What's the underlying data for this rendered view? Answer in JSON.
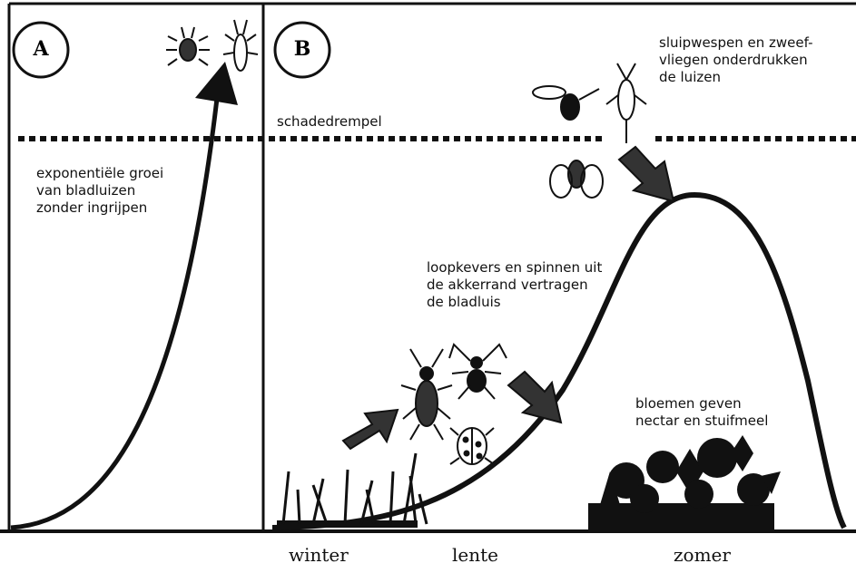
{
  "panel_a": {
    "letter": "A",
    "note": [
      "exponentiële groei",
      "van bladluizen",
      "zonder ingrijpen"
    ]
  },
  "panel_b": {
    "letter": "B",
    "threshold_label": "schadedrempel",
    "note_top": [
      "sluipwespen en zweef-",
      "vliegen onderdrukken",
      "de luizen"
    ],
    "note_middle": [
      "loopkevers en spinnen uit",
      "de akkerrand vertragen",
      "de bladluis"
    ],
    "note_flowers": [
      "bloemen geven",
      "nectar en stuifmeel"
    ]
  },
  "seasons": [
    "winter",
    "lente",
    "zomer"
  ],
  "colors": {
    "ink": "#111111",
    "background": "#ffffff"
  },
  "icons": [
    "aphid-icon",
    "hoverfly-icon",
    "wasp-icon",
    "ground-beetle-icon",
    "spider-icon",
    "ladybird-icon",
    "grass-icon",
    "flowers-icon",
    "arrow-icon"
  ]
}
